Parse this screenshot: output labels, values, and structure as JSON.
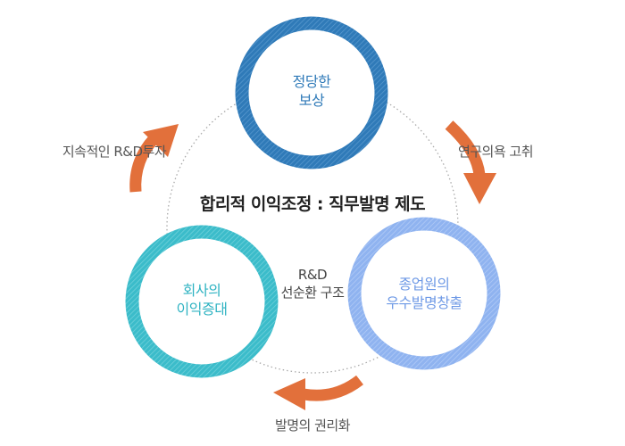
{
  "diagram": {
    "title": "합리적 이익조정 : 직무발명 제도",
    "center_label": [
      "R&D",
      "선순환 구조"
    ],
    "nodes": [
      {
        "id": "top",
        "lines": [
          "정당한",
          "보상"
        ],
        "color": "#2f7ab8",
        "text_color": "#2f7ab8"
      },
      {
        "id": "right",
        "lines": [
          "종업원의",
          "우수발명창출"
        ],
        "color": "#8fb3f0",
        "text_color": "#6f9ae6"
      },
      {
        "id": "left",
        "lines": [
          "회사의",
          "이익증대"
        ],
        "color": "#3bbcca",
        "text_color": "#2fb3c2"
      }
    ],
    "arrow_labels": {
      "top_left": "지속적인 R&D투자",
      "top_right": "연구의욕 고취",
      "bottom": "발명의 권리화"
    },
    "colors": {
      "arrow": "#e2703b",
      "dotted_circle": "#aaaaaa"
    }
  }
}
